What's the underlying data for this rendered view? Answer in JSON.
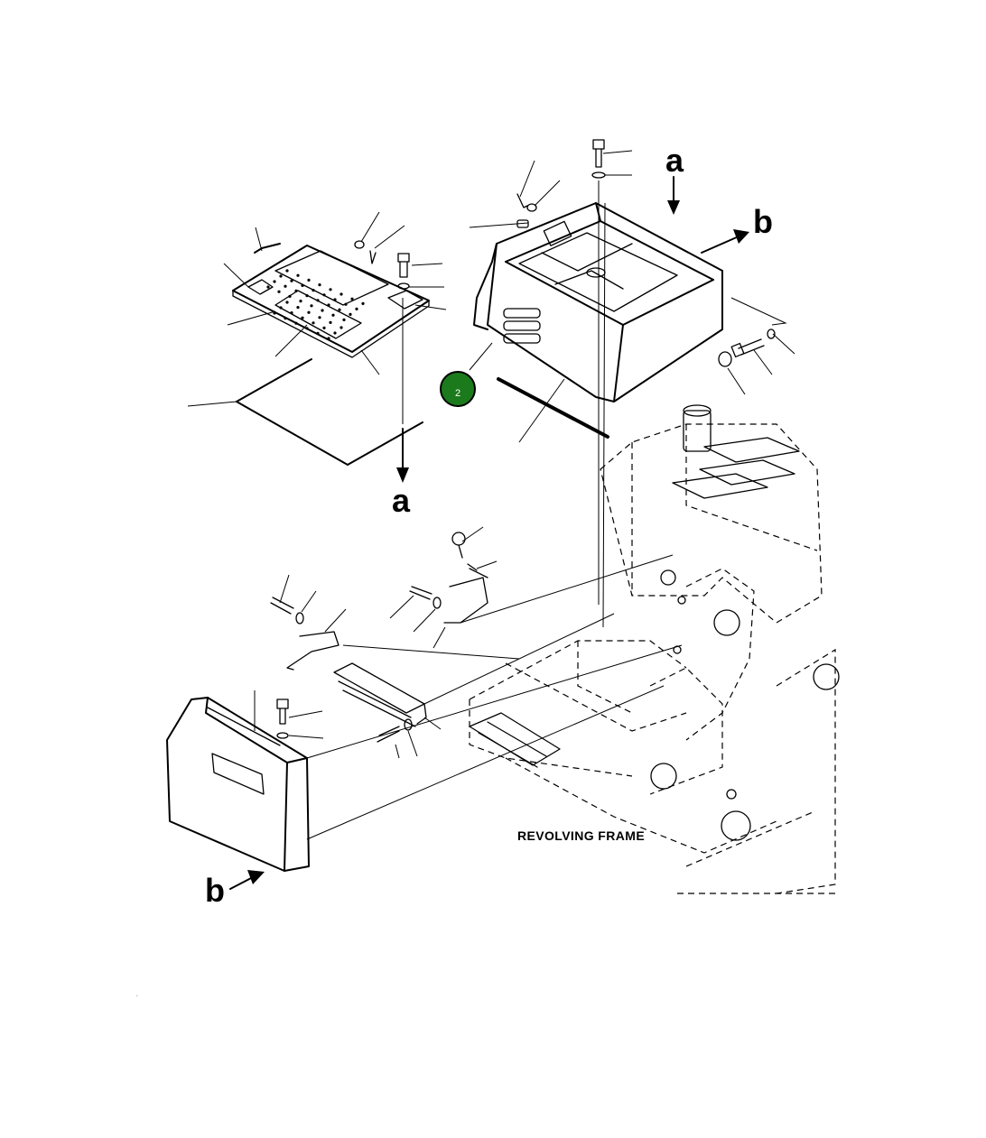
{
  "labels": {
    "ref_a_upper": "a",
    "ref_a_lower": "a",
    "ref_b_upper": "b",
    "ref_b_lower": "b",
    "frame_caption": "REVOLVING FRAME"
  },
  "callout": {
    "number": "2",
    "color": "#1b7a1b"
  }
}
